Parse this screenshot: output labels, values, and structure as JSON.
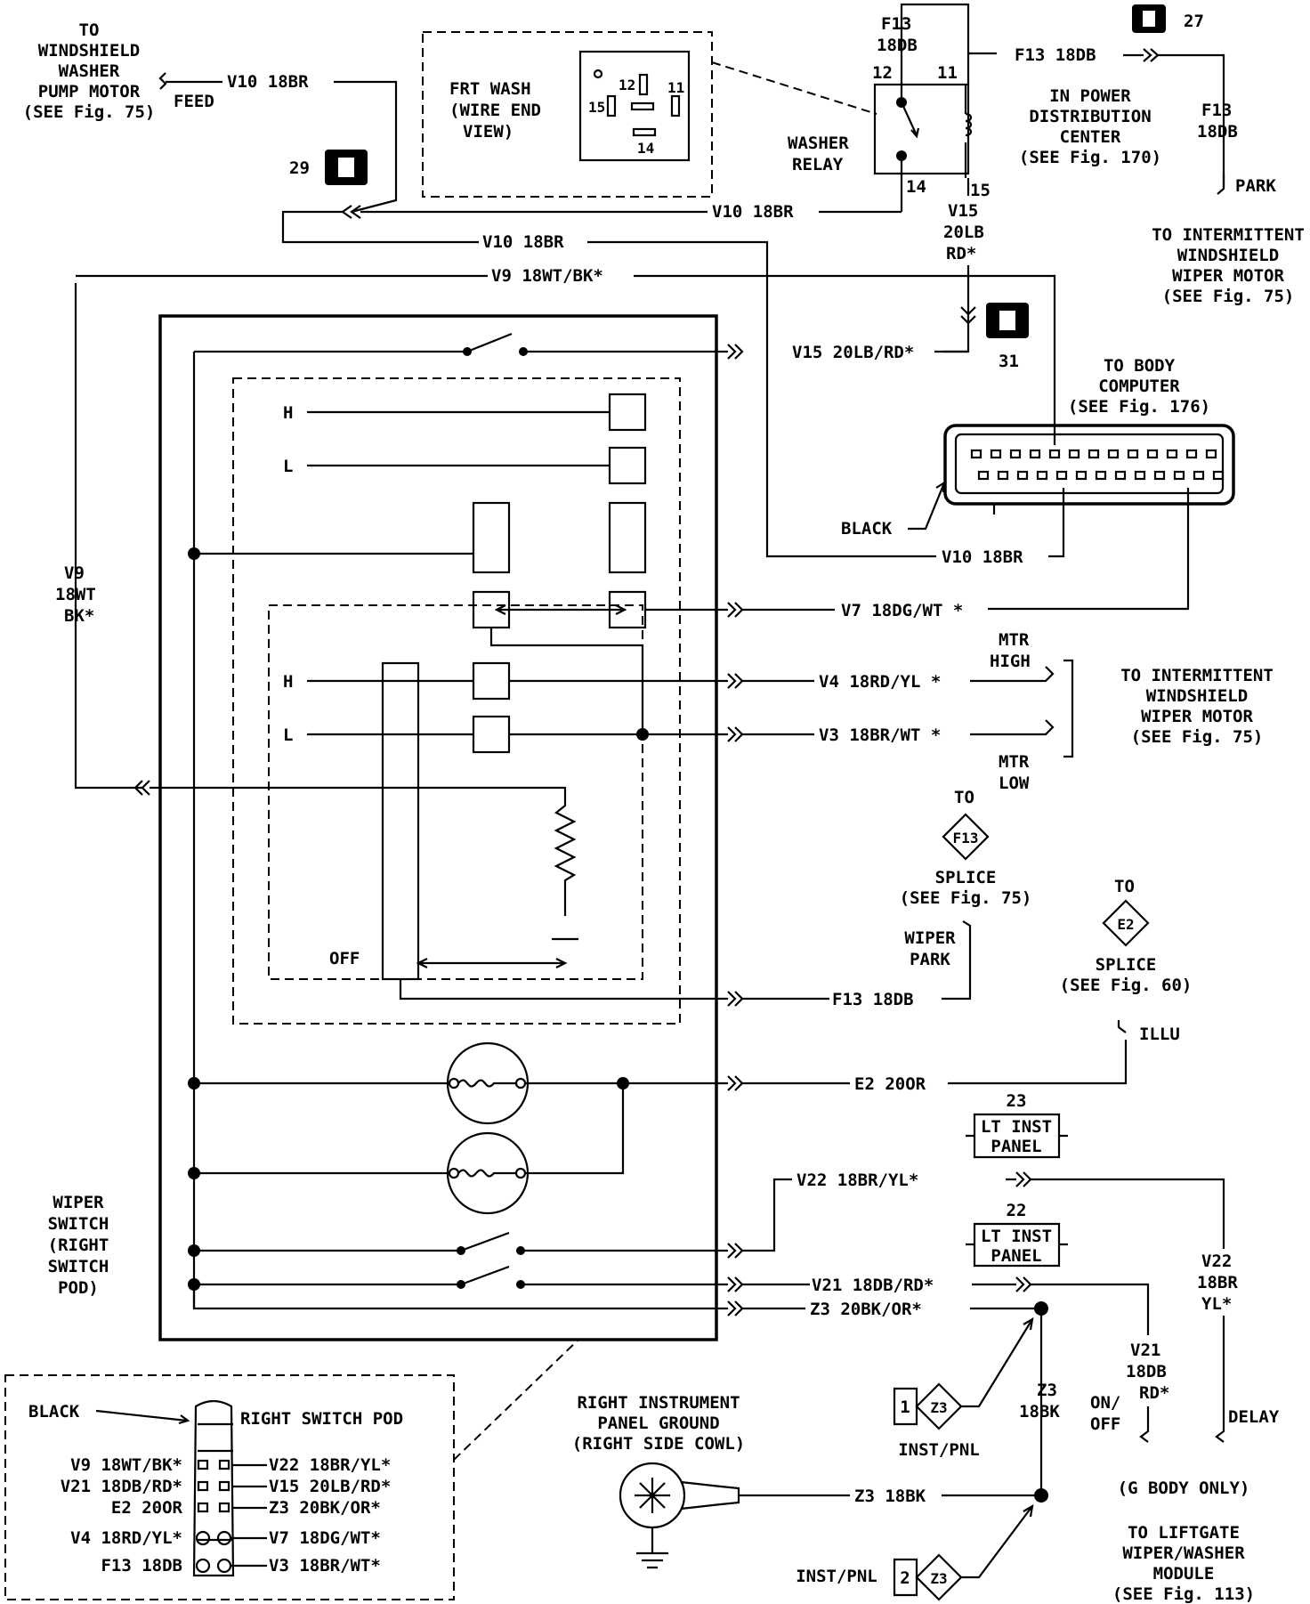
{
  "top_left_dest": [
    "TO",
    "WINDSHIELD",
    "WASHER",
    "PUMP MOTOR",
    "(SEE Fig. 75)"
  ],
  "feed": "FEED",
  "frt_wash": [
    "FRT WASH",
    "(WIRE END",
    "VIEW)"
  ],
  "relay_pins": [
    "12",
    "11",
    "15",
    "14"
  ],
  "washer_relay": [
    "WASHER",
    "RELAY"
  ],
  "relay_pin_labels": [
    "12",
    "11",
    "14",
    "15"
  ],
  "pdc": [
    "IN POWER",
    "DISTRIBUTION",
    "CENTER",
    "(SEE Fig. 170)"
  ],
  "top_wire_f13": [
    "F13",
    "18DB"
  ],
  "wire_f13_right": "F13 18DB",
  "conn_27": "27",
  "conn_29": "29",
  "conn_31": "31",
  "f13_right_vert": [
    "F13",
    "18DB"
  ],
  "park": "PARK",
  "int_wiper_top": [
    "TO INTERMITTENT",
    "WINDSHIELD",
    "WIPER MOTOR",
    "(SEE Fig. 75)"
  ],
  "wire_v10_a": "V10 18BR",
  "wire_v10_b": "V10 18BR",
  "wire_v10_c": "V10 18BR",
  "wire_v10_d": "V10 18BR",
  "v15_vert": [
    "V15",
    "20LB",
    "RD*"
  ],
  "wire_v9": "V9 18WT/BK*",
  "wire_v15": "V15 20LB/RD*",
  "body_computer": [
    "TO BODY",
    "COMPUTER",
    "(SEE Fig. 176)"
  ],
  "black_bc": "BLACK",
  "v9_left": [
    "V9",
    "18WT",
    "BK*"
  ],
  "switch_H1": "H",
  "switch_L1": "L",
  "switch_H2": "H",
  "switch_L2": "L",
  "off": "OFF",
  "wire_v7": "V7 18DG/WT *",
  "wire_v4": "V4 18RD/YL *",
  "wire_v3": "V3 18BR/WT *",
  "mtr_high": [
    "MTR",
    "HIGH"
  ],
  "mtr_low": [
    "MTR",
    "LOW"
  ],
  "int_wiper_right": [
    "TO INTERMITTENT",
    "WINDSHIELD",
    "WIPER MOTOR",
    "(SEE Fig. 75)"
  ],
  "splice_f13": {
    "to": "TO",
    "code": "F13",
    "splice": "SPLICE",
    "see": "(SEE Fig. 75)",
    "label": [
      "WIPER",
      "PARK"
    ]
  },
  "splice_e2": {
    "to": "TO",
    "code": "E2",
    "splice": "SPLICE",
    "see": "(SEE Fig. 60)",
    "label": "ILLU"
  },
  "wire_f13_bottom": "F13 18DB",
  "wire_e2": "E2 20OR",
  "lt_inst_23": {
    "num": "23",
    "text": [
      "LT INST",
      "PANEL"
    ]
  },
  "lt_inst_22": {
    "num": "22",
    "text": [
      "LT INST",
      "PANEL"
    ]
  },
  "wire_v22": "V22 18BR/YL*",
  "wire_v21": "V21 18DB/RD*",
  "wire_z3": "Z3 20BK/OR*",
  "v22_vert": [
    "V22",
    "18BR",
    "YL*"
  ],
  "v21_vert": [
    "V21",
    "18DB",
    "RD*"
  ],
  "z3_vert": [
    "Z3",
    "18BK"
  ],
  "on_off": [
    "ON/",
    "OFF"
  ],
  "delay": "DELAY",
  "g_body": "(G BODY ONLY)",
  "liftgate": [
    "TO LIFTGATE",
    "WIPER/WASHER",
    "MODULE",
    "(SEE Fig. 113)"
  ],
  "wiper_switch": [
    "WIPER",
    "SWITCH",
    "(RIGHT",
    "SWITCH",
    "POD)"
  ],
  "inst_pnl_1": {
    "num": "1",
    "code": "Z3",
    "label": "INST/PNL"
  },
  "inst_pnl_2": {
    "num": "2",
    "code": "Z3",
    "label": "INST/PNL"
  },
  "ground": [
    "RIGHT INSTRUMENT",
    "PANEL GROUND",
    "(RIGHT SIDE COWL)"
  ],
  "wire_z3_gnd": "Z3 18BK",
  "pod": {
    "black": "BLACK",
    "title": "RIGHT SWITCH POD",
    "left": [
      "V9 18WT/BK*",
      "V21 18DB/RD*",
      "E2 20OR",
      "V4 18RD/YL*",
      "F13 18DB"
    ],
    "right": [
      "V22 18BR/YL*",
      "V15 20LB/RD*",
      "Z3 20BK/OR*",
      "V7 18DG/WT*",
      "V3 18BR/WT*"
    ]
  }
}
